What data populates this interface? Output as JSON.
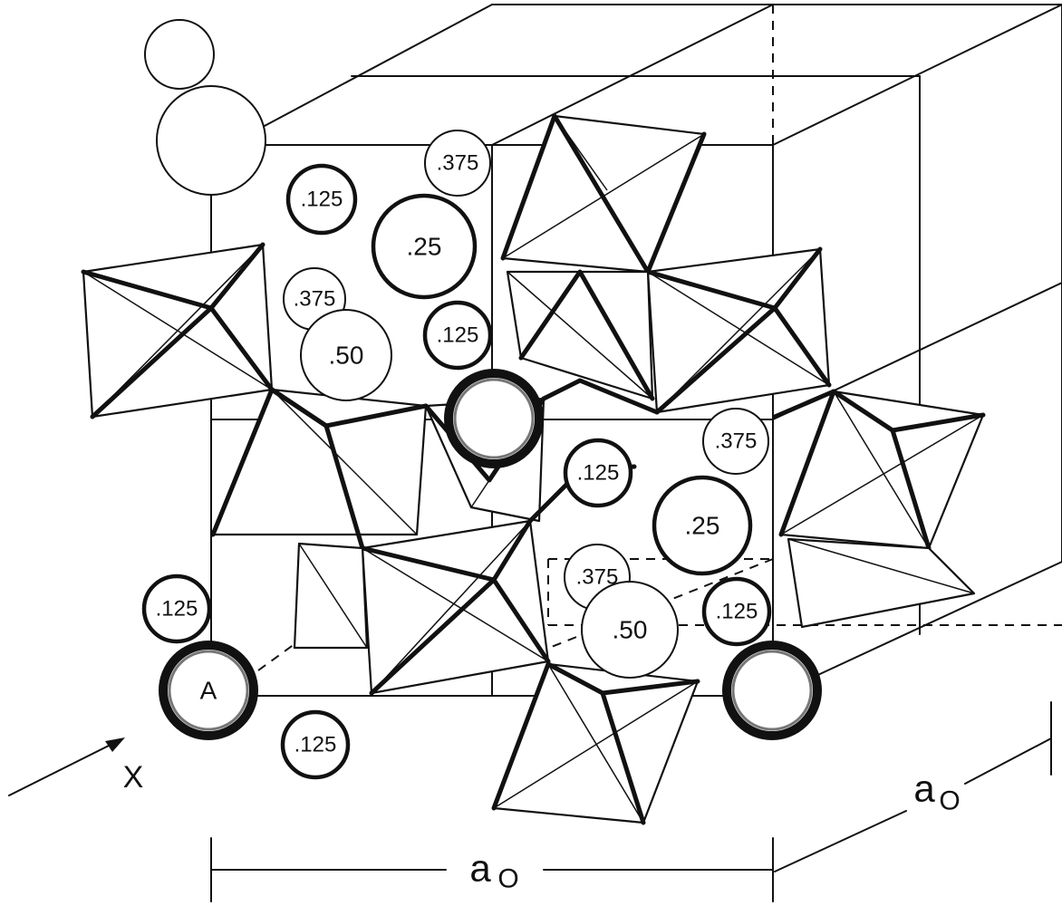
{
  "figure": {
    "axis_label": "X",
    "dimension_label": "a",
    "dimension_subscript": "O",
    "atoms": [
      {
        "label": "",
        "kind": "thin"
      },
      {
        "label": "",
        "kind": "thin"
      },
      {
        "label": ".125",
        "kind": "medium"
      },
      {
        "label": ".375",
        "kind": "thin"
      },
      {
        "label": ".25",
        "kind": "medium"
      },
      {
        "label": ".375",
        "kind": "thin"
      },
      {
        "label": ".50",
        "kind": "thin"
      },
      {
        "label": ".125",
        "kind": "medium"
      },
      {
        "label": "",
        "kind": "heavy"
      },
      {
        "label": ".375",
        "kind": "thin"
      },
      {
        "label": ".125",
        "kind": "medium"
      },
      {
        "label": ".25",
        "kind": "medium"
      },
      {
        "label": ".375",
        "kind": "thin"
      },
      {
        "label": ".50",
        "kind": "thin"
      },
      {
        "label": ".125",
        "kind": "medium"
      },
      {
        "label": ".125",
        "kind": "medium"
      },
      {
        "label": "A",
        "kind": "heavy"
      },
      {
        "label": "",
        "kind": "heavy"
      },
      {
        "label": ".125",
        "kind": "medium"
      }
    ]
  }
}
